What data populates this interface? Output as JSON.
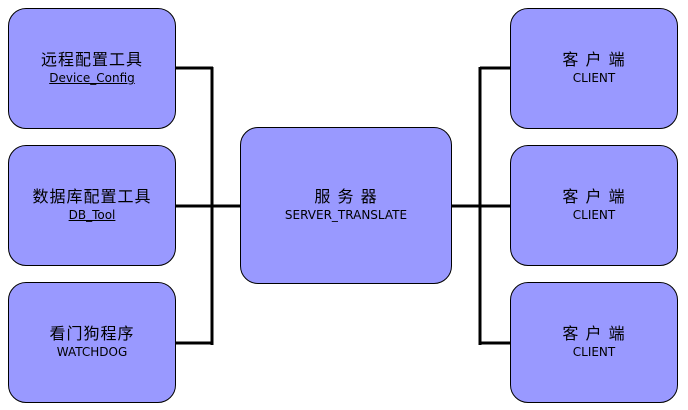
{
  "diagram": {
    "nodes": {
      "device_config": {
        "title": "远程配置工具",
        "subtitle": "Device_Config"
      },
      "db_tool": {
        "title": "数据库配置工具",
        "subtitle": "DB_Tool"
      },
      "watchdog": {
        "title": "看门狗程序",
        "subtitle": "WATCHDOG"
      },
      "server": {
        "title": "服 务 器",
        "subtitle": "SERVER_TRANSLATE"
      },
      "client_top": {
        "title": "客 户 端",
        "subtitle": "CLIENT"
      },
      "client_middle": {
        "title": "客 户 端",
        "subtitle": "CLIENT"
      },
      "client_bottom": {
        "title": "客 户 端",
        "subtitle": "CLIENT"
      }
    },
    "colors": {
      "node_fill": "#9999ff",
      "node_border": "#000000",
      "connector": "#000000",
      "background": "#ffffff"
    }
  }
}
